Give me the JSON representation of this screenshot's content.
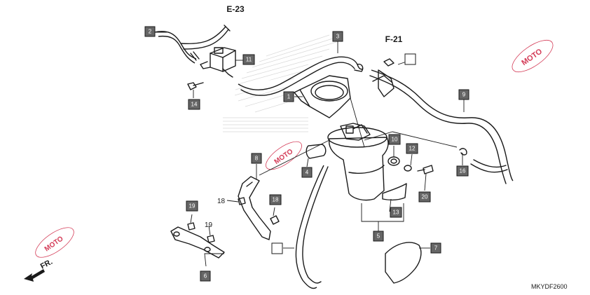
{
  "references": [
    {
      "id": "ref-e23",
      "label": "E-23"
    },
    {
      "id": "ref-f21",
      "label": "F-21"
    }
  ],
  "callouts": [
    {
      "id": "c2",
      "label": "2"
    },
    {
      "id": "c3",
      "label": "3"
    },
    {
      "id": "c11",
      "label": "11"
    },
    {
      "id": "c14",
      "label": "14"
    },
    {
      "id": "c1",
      "label": "1"
    },
    {
      "id": "c9",
      "label": "9"
    },
    {
      "id": "c8",
      "label": "8"
    },
    {
      "id": "c4",
      "label": "4"
    },
    {
      "id": "c10",
      "label": "10"
    },
    {
      "id": "c12",
      "label": "12"
    },
    {
      "id": "c16",
      "label": "16"
    },
    {
      "id": "c20",
      "label": "20"
    },
    {
      "id": "c13",
      "label": "13"
    },
    {
      "id": "c5",
      "label": "5"
    },
    {
      "id": "c7",
      "label": "7"
    },
    {
      "id": "c19",
      "label": "19"
    },
    {
      "id": "c18",
      "label": "18"
    },
    {
      "id": "c6",
      "label": "6"
    }
  ],
  "plain_labels": [
    {
      "id": "p18",
      "label": "18"
    },
    {
      "id": "p19",
      "label": "19"
    }
  ],
  "empty_callouts": [
    "f21-box",
    "hose-box"
  ],
  "direction_label": "FR.",
  "diagram_code": "MKYDF2600",
  "watermark_text": "MOTO",
  "colors": {
    "callout_fill": "#666666",
    "line": "#1a1a1a",
    "watermark": "#d0d0d0",
    "moto_accent": "#d43b57"
  }
}
